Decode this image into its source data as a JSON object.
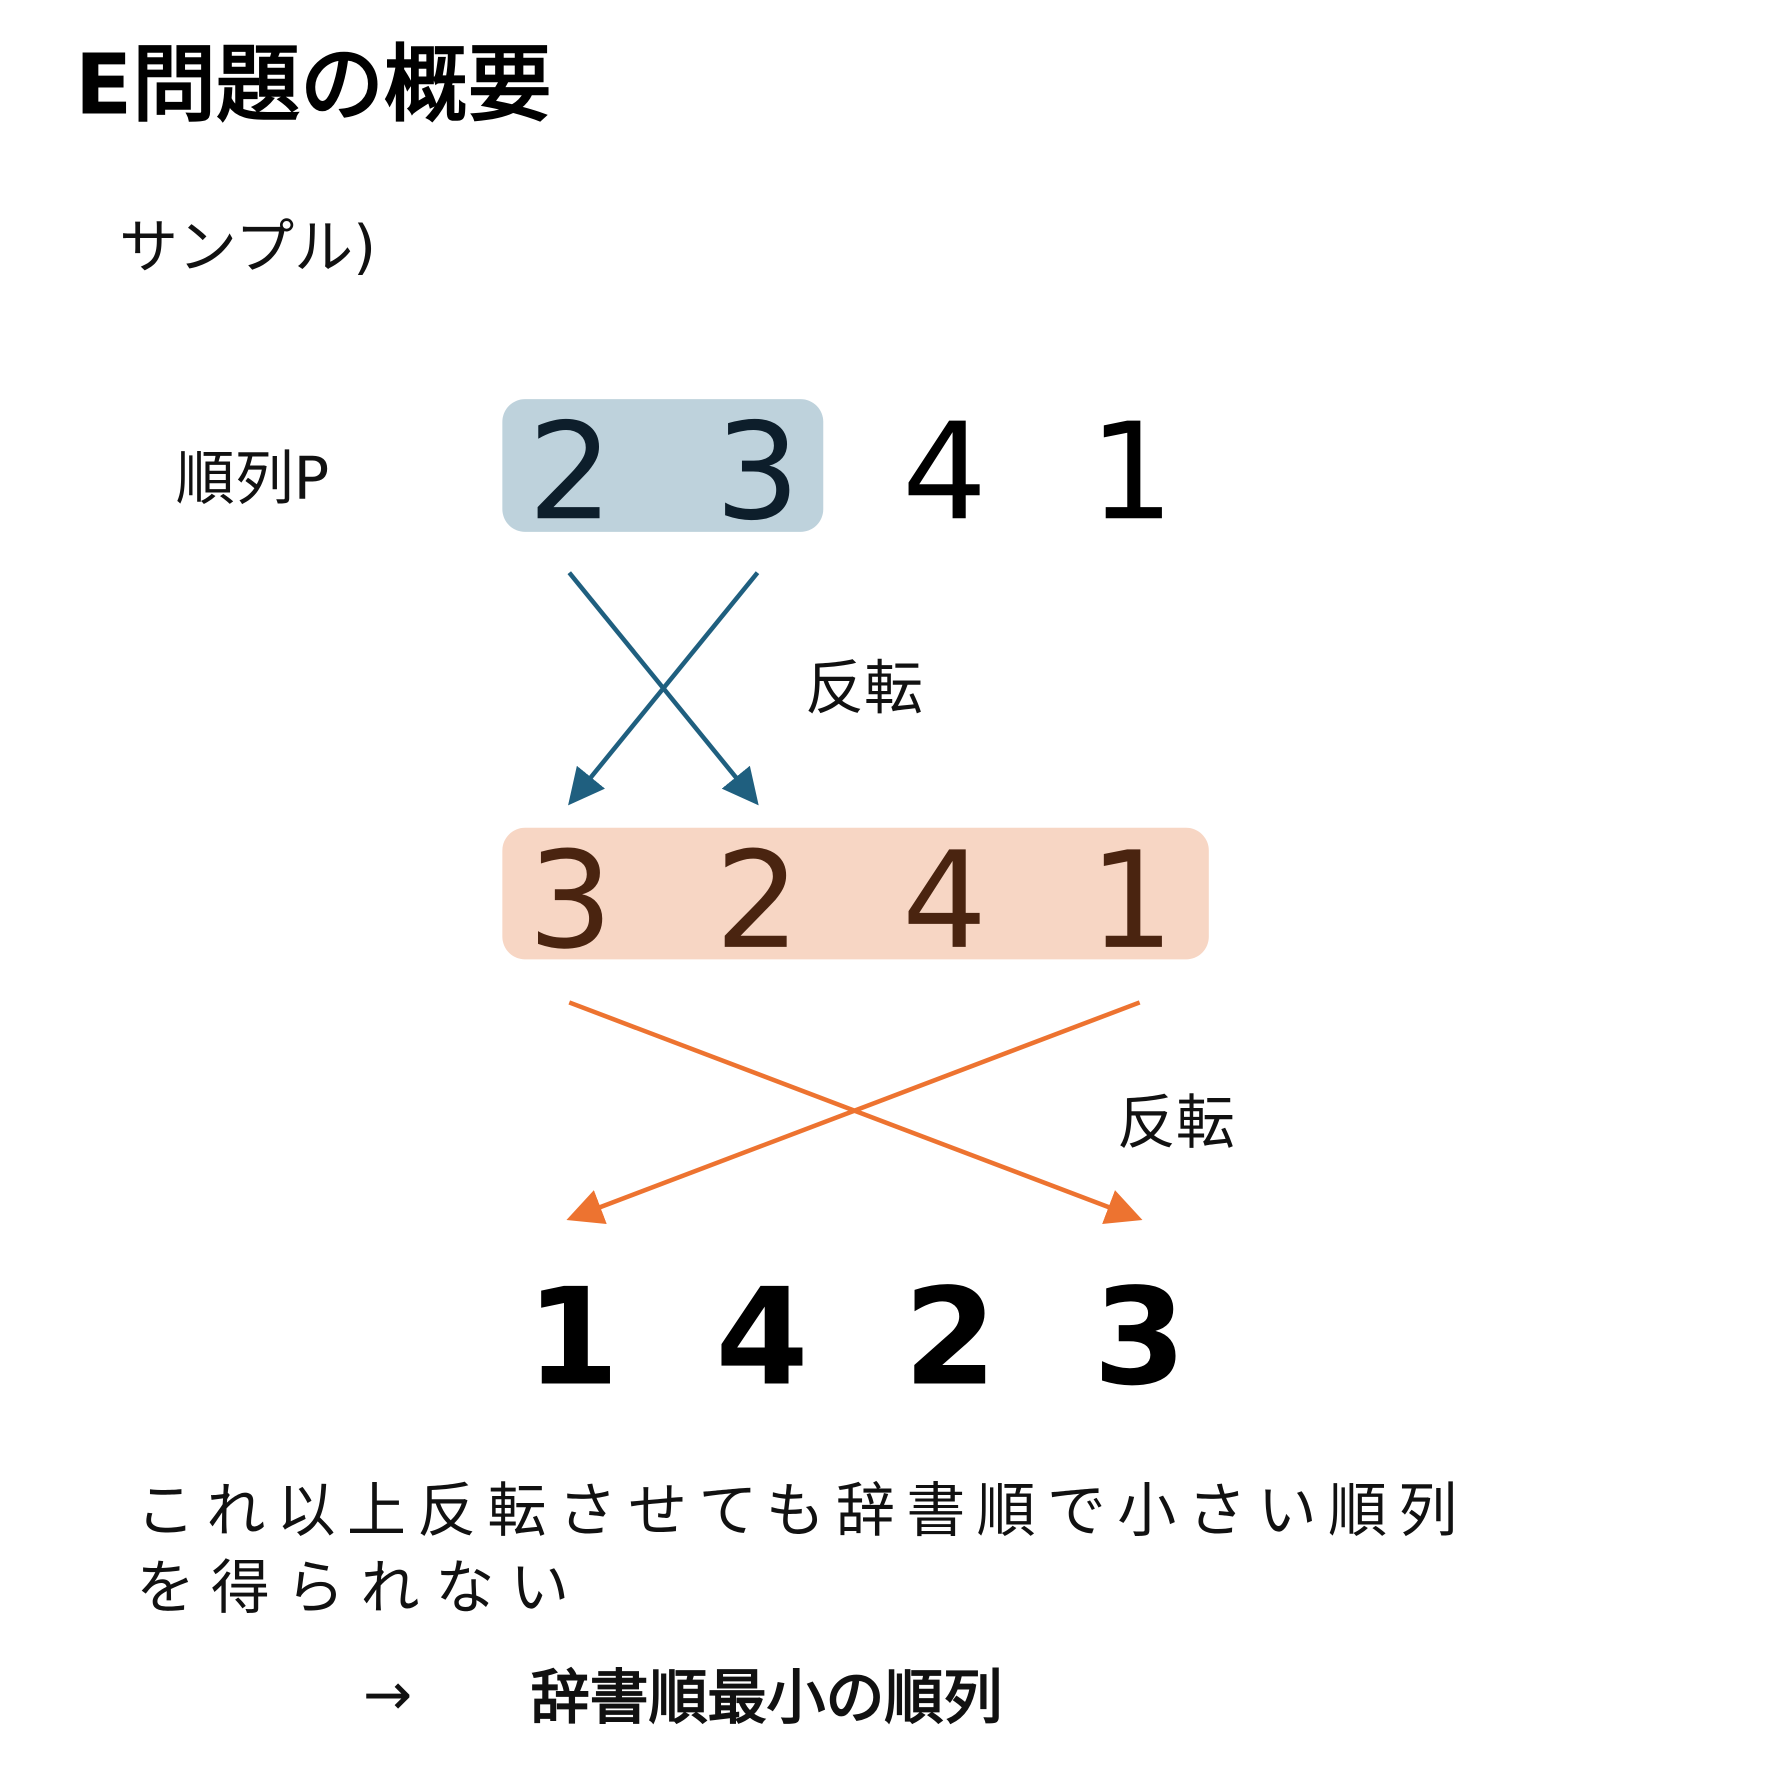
{
  "title": "E問題の概要",
  "sample_label": "サンプル)",
  "permutation_label": "順列P",
  "row1": [
    "2",
    "3",
    "4",
    "1"
  ],
  "row2": [
    "3",
    "2",
    "4",
    "1"
  ],
  "row3": [
    "1",
    "4",
    "2",
    "3"
  ],
  "reverse_label_1": "反転",
  "reverse_label_2": "反転",
  "explanation_line1": "これ以上反転させても辞書順で小さい順列",
  "explanation_line2": "を得られない",
  "conclusion_arrow": "→",
  "conclusion": "辞書順最小の順列",
  "colors": {
    "blue_box": "#bed2dc",
    "blue_arrow": "#1f5f7f",
    "orange_box": "#f7d6c4",
    "orange_arrow": "#ed7330",
    "orange_text": "#4a2410"
  }
}
